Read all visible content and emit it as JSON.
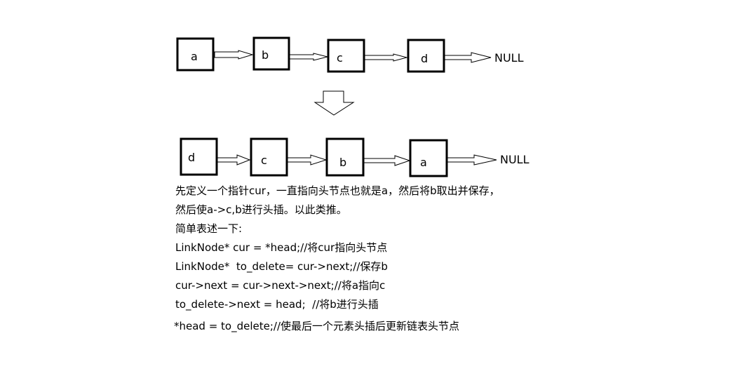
{
  "top_list": {
    "nodes": [
      "a",
      "b",
      "c",
      "d"
    ],
    "terminator": "NULL"
  },
  "bottom_list": {
    "nodes": [
      "d",
      "c",
      "b",
      "a"
    ],
    "terminator": "NULL"
  },
  "description": {
    "line1": "先定义一个指针cur，一直指向头节点也就是a，然后将b取出并保存，",
    "line2": "然后使a->c,b进行头插。以此类推。",
    "line3": "简单表述一下:",
    "code1": "LinkNode* cur = *head;//将cur指向头节点",
    "code2": "LinkNode*  to_delete= cur->next;//保存b",
    "code3": "cur->next = cur->next->next;//将a指向c",
    "code4": "to_delete->next = head;  //将b进行头插",
    "code5": "*head = to_delete;//使最后一个元素头插后更新链表头节点"
  }
}
